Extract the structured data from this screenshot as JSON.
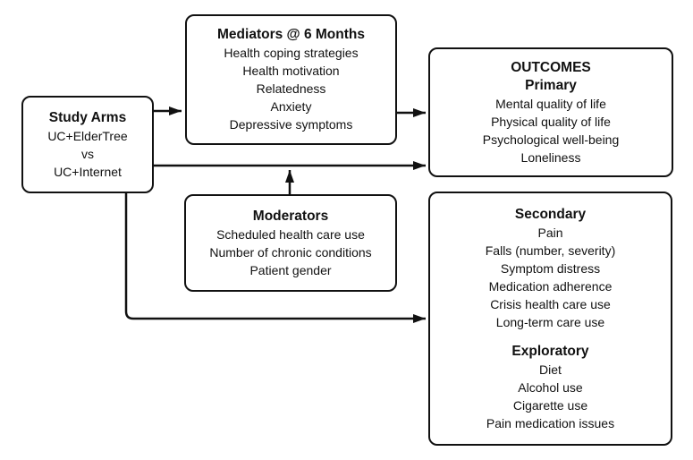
{
  "diagram": {
    "colors": {
      "stroke": "#111111",
      "background": "#ffffff",
      "text": "#111111"
    },
    "study_arms": {
      "title": "Study Arms",
      "lines": [
        "UC+ElderTree",
        "vs",
        "UC+Internet"
      ]
    },
    "mediators": {
      "title": "Mediators @ 6 Months",
      "lines": [
        "Health coping strategies",
        "Health motivation",
        "Relatedness",
        "Anxiety",
        "Depressive symptoms"
      ]
    },
    "moderators": {
      "title": "Moderators",
      "lines": [
        "Scheduled health care use",
        "Number of chronic conditions",
        "Patient gender"
      ]
    },
    "outcomes": {
      "title": "OUTCOMES",
      "subtitle": "Primary",
      "lines": [
        "Mental quality of life",
        "Physical quality of life",
        "Psychological well-being",
        "Loneliness"
      ]
    },
    "secondary": {
      "title": "Secondary",
      "lines": [
        "Pain",
        "Falls (number, severity)",
        "Symptom distress",
        "Medication adherence",
        "Crisis health care use",
        "Long-term care use"
      ],
      "exploratory": {
        "title": "Exploratory",
        "lines": [
          "Diet",
          "Alcohol use",
          "Cigarette use",
          "Pain medication issues"
        ]
      }
    }
  }
}
